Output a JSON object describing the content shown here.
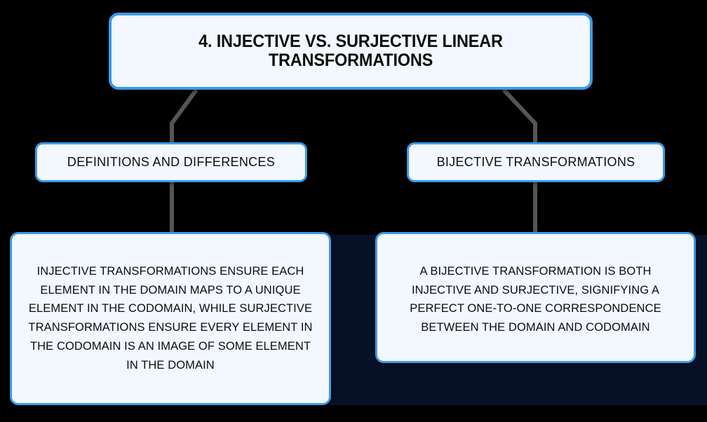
{
  "theme": {
    "page_background": "#000000",
    "panel_background": "#061026",
    "box_fill": "#f2f8fd",
    "box_border": "#3a9ae8",
    "connector_color": "#555555",
    "text_color": "#0d0d0d"
  },
  "diagram": {
    "type": "tree",
    "title_node": {
      "label": "4. INJECTIVE VS. SURJECTIVE LINEAR TRANSFORMATIONS"
    },
    "branches": [
      {
        "heading": "DEFINITIONS AND DIFFERENCES",
        "detail": "INJECTIVE TRANSFORMATIONS ENSURE EACH ELEMENT IN THE DOMAIN MAPS TO A UNIQUE ELEMENT IN THE CODOMAIN, WHILE SURJECTIVE TRANSFORMATIONS ENSURE EVERY ELEMENT IN THE CODOMAIN IS AN IMAGE OF SOME ELEMENT IN THE DOMAIN"
      },
      {
        "heading": "BIJECTIVE TRANSFORMATIONS",
        "detail": "A BIJECTIVE TRANSFORMATION IS BOTH INJECTIVE AND SURJECTIVE, SIGNIFYING A PERFECT ONE-TO-ONE CORRESPONDENCE BETWEEN THE DOMAIN AND CODOMAIN"
      }
    ]
  }
}
